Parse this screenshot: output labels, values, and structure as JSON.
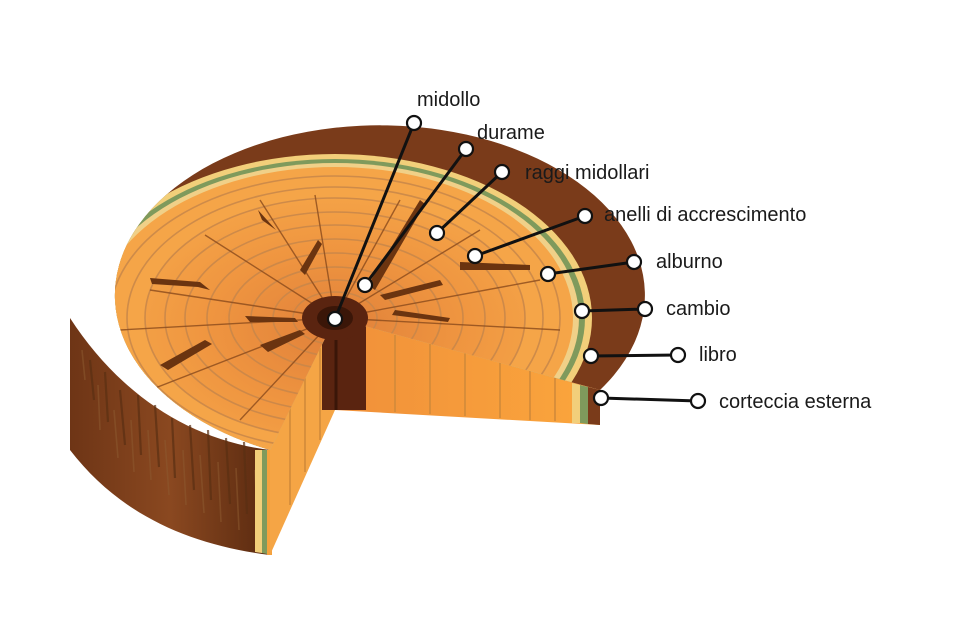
{
  "title": "Sezione di un tronco",
  "labels": [
    {
      "id": "midollo",
      "text": "midollo"
    },
    {
      "id": "durame",
      "text": "durame"
    },
    {
      "id": "raggi-midollari",
      "text": "raggi midollari"
    },
    {
      "id": "anelli-accrescimento",
      "text": "anelli di accrescimento"
    },
    {
      "id": "alburno",
      "text": "alburno"
    },
    {
      "id": "cambio",
      "text": "cambio"
    },
    {
      "id": "libro",
      "text": "libro"
    },
    {
      "id": "corteccia-esterna",
      "text": "corteccia esterna"
    }
  ],
  "colors": {
    "bark": "#7a3b1a",
    "bark_dark": "#4a2410",
    "phloem": "#f2cf7a",
    "cambium": "#7f9a5c",
    "sapwood": "#f5a13c",
    "heartwood": "#e8893a",
    "pith": "#5a2410",
    "leader": "#111111"
  }
}
